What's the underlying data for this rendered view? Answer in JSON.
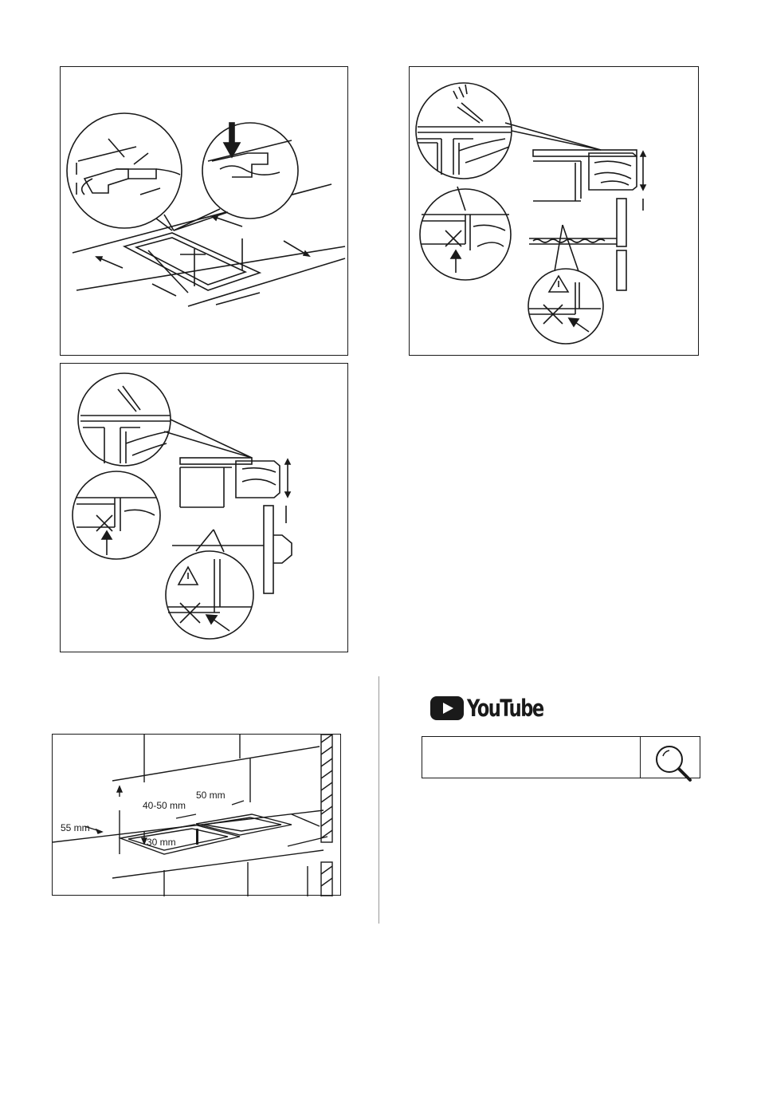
{
  "figures": {
    "clearance": {
      "labels": {
        "front_gap": "55 mm",
        "rear_gap": "50 mm",
        "between_gap": "40-50 mm",
        "depth": "30 mm"
      }
    }
  },
  "video_link": {
    "brand": "YouTube",
    "search_placeholder": "",
    "search_icon": "magnifier-icon"
  },
  "icons": {
    "warning": "warning-triangle-icon",
    "cross": "cross-icon",
    "arrow": "arrow-icon",
    "sealant_gun": "sealant-gun-icon"
  }
}
